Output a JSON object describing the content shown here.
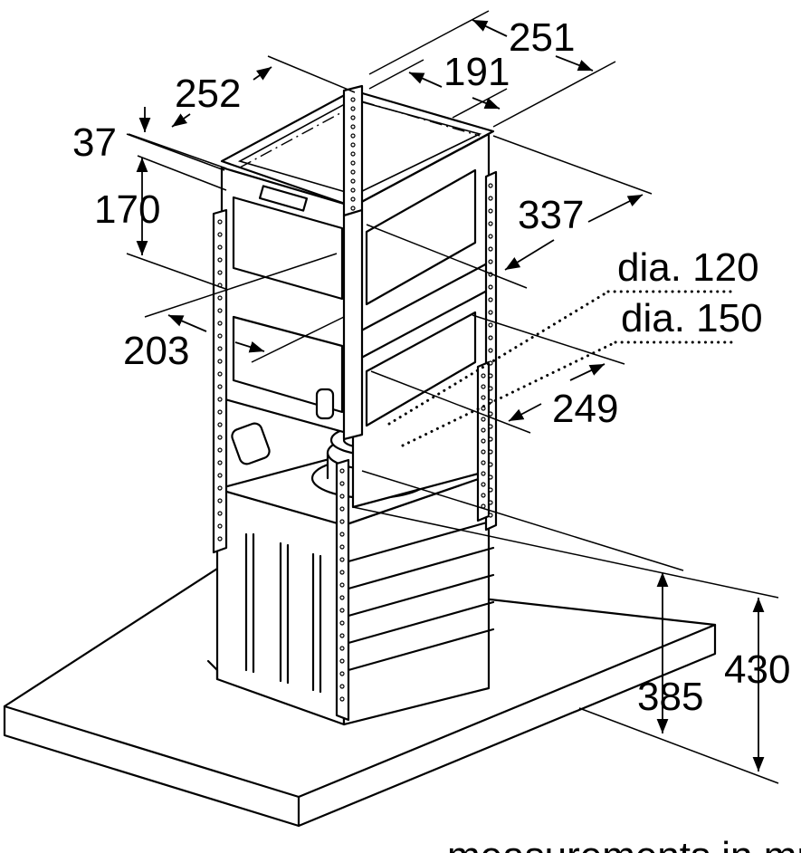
{
  "dimensions": {
    "d251": "251",
    "d191": "191",
    "d252": "252",
    "d37": "37",
    "d170": "170",
    "d337": "337",
    "dia120": "dia. 120",
    "dia150": "dia. 150",
    "d203": "203",
    "d249": "249",
    "d385": "385",
    "d430": "430"
  },
  "footer": "measurements in mm"
}
